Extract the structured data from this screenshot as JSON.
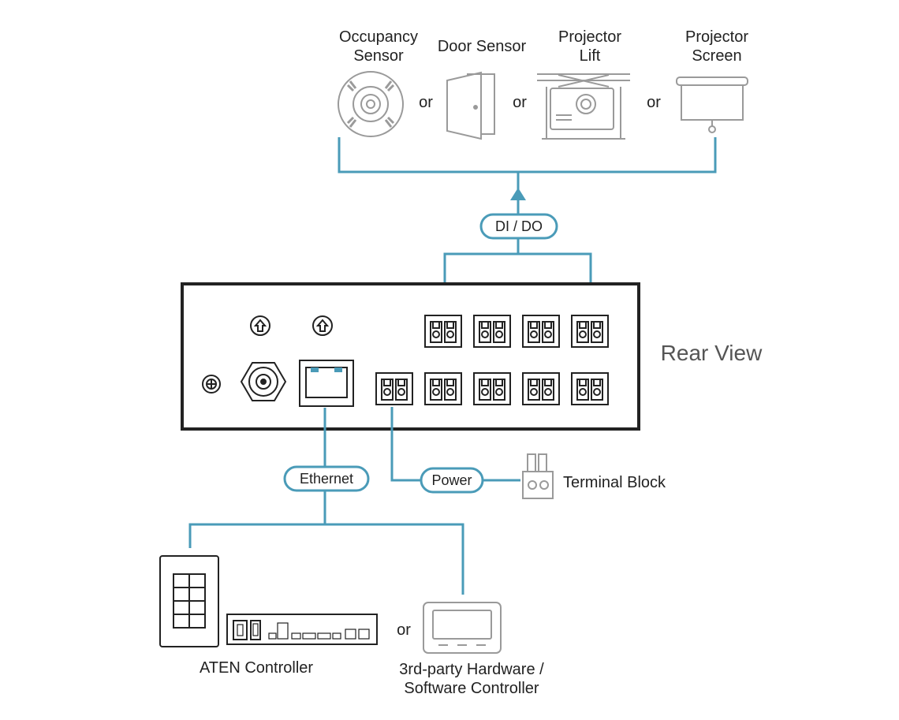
{
  "colors": {
    "connector": "#4a9bb8",
    "device": "#9a9a9a",
    "panel": "#222222"
  },
  "devices_top": {
    "occupancy_sensor": [
      "Occupancy",
      "Sensor"
    ],
    "door_sensor": "Door Sensor",
    "projector_lift": [
      "Projector",
      "Lift"
    ],
    "projector_screen": [
      "Projector",
      "Screen"
    ],
    "or": "or"
  },
  "connections": {
    "dido": "DI / DO",
    "power": "Power",
    "ethernet": "Ethernet"
  },
  "rear_view": "Rear View",
  "terminal_block": "Terminal Block",
  "bottom": {
    "aten_controller": "ATEN Controller",
    "or": "or",
    "third_party": [
      "3rd-party Hardware /",
      "Software Controller"
    ]
  },
  "icons": [
    "occupancy-sensor-icon",
    "door-sensor-icon",
    "projector-lift-icon",
    "projector-screen-icon",
    "terminal-block-icon",
    "keypad-icon",
    "controller-box-icon",
    "touch-panel-icon"
  ]
}
